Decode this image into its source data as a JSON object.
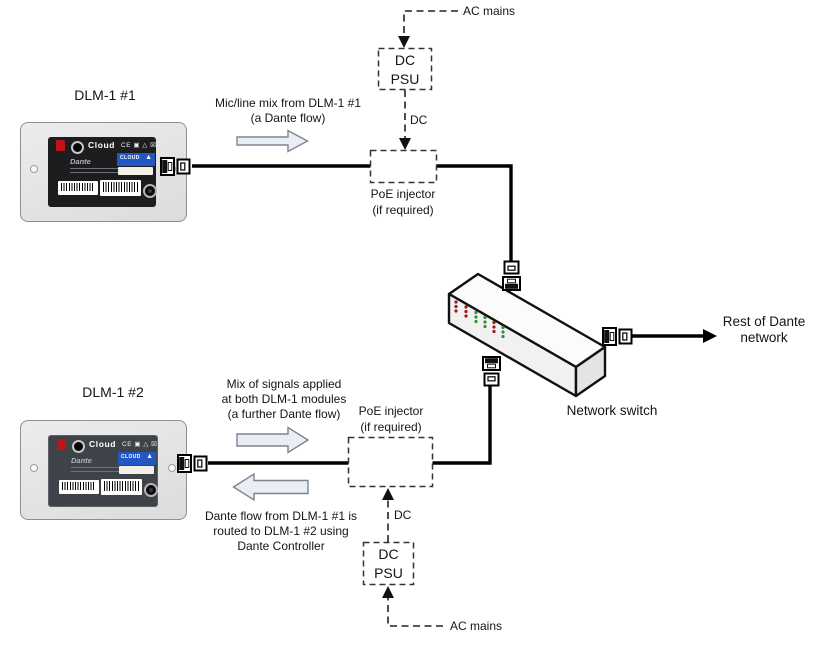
{
  "colors": {
    "background": "#ffffff",
    "line": "#000000",
    "flow_arrow_fill": "#e9edf4",
    "flow_arrow_stroke": "#7e8494",
    "led_red": "#9c1a1a",
    "led_green": "#2f8f3a",
    "device_label_blue": "#2257c4",
    "device_logo_red": "#c1121c"
  },
  "titles": {
    "device1": "DLM-1 #1",
    "device2": "DLM-1 #2"
  },
  "power_top": {
    "ac_label": "AC mains",
    "psu_line1": "DC",
    "psu_line2": "PSU",
    "dc_label": "DC"
  },
  "power_bottom": {
    "ac_label": "AC mains",
    "psu_line1": "DC",
    "psu_line2": "PSU",
    "dc_label": "DC"
  },
  "poe_top": {
    "line1": "PoE injector",
    "line2": "(if required)"
  },
  "poe_bottom": {
    "line1": "PoE injector",
    "line2": "(if required)"
  },
  "flow_top": {
    "line1": "Mic/line mix from DLM-1 #1",
    "line2": "(a Dante flow)"
  },
  "flow_mid": {
    "line1": "Mix of signals applied",
    "line2": "at both DLM-1 modules",
    "line3": "(a further Dante flow)"
  },
  "flow_return": {
    "line1": "Dante flow from DLM-1 #1 is",
    "line2": "routed to DLM-1 #2 using",
    "line3": "Dante Controller"
  },
  "network_switch_label": "Network switch",
  "rest_of_network": {
    "line1": "Rest of Dante",
    "line2": "network"
  },
  "device_panel": {
    "brand": "Cloud",
    "cert_text": "CE ▣ △ ☒",
    "dante": "Dante",
    "blue_label_brand": "CLOUD",
    "blue_label_icon": "▲"
  }
}
